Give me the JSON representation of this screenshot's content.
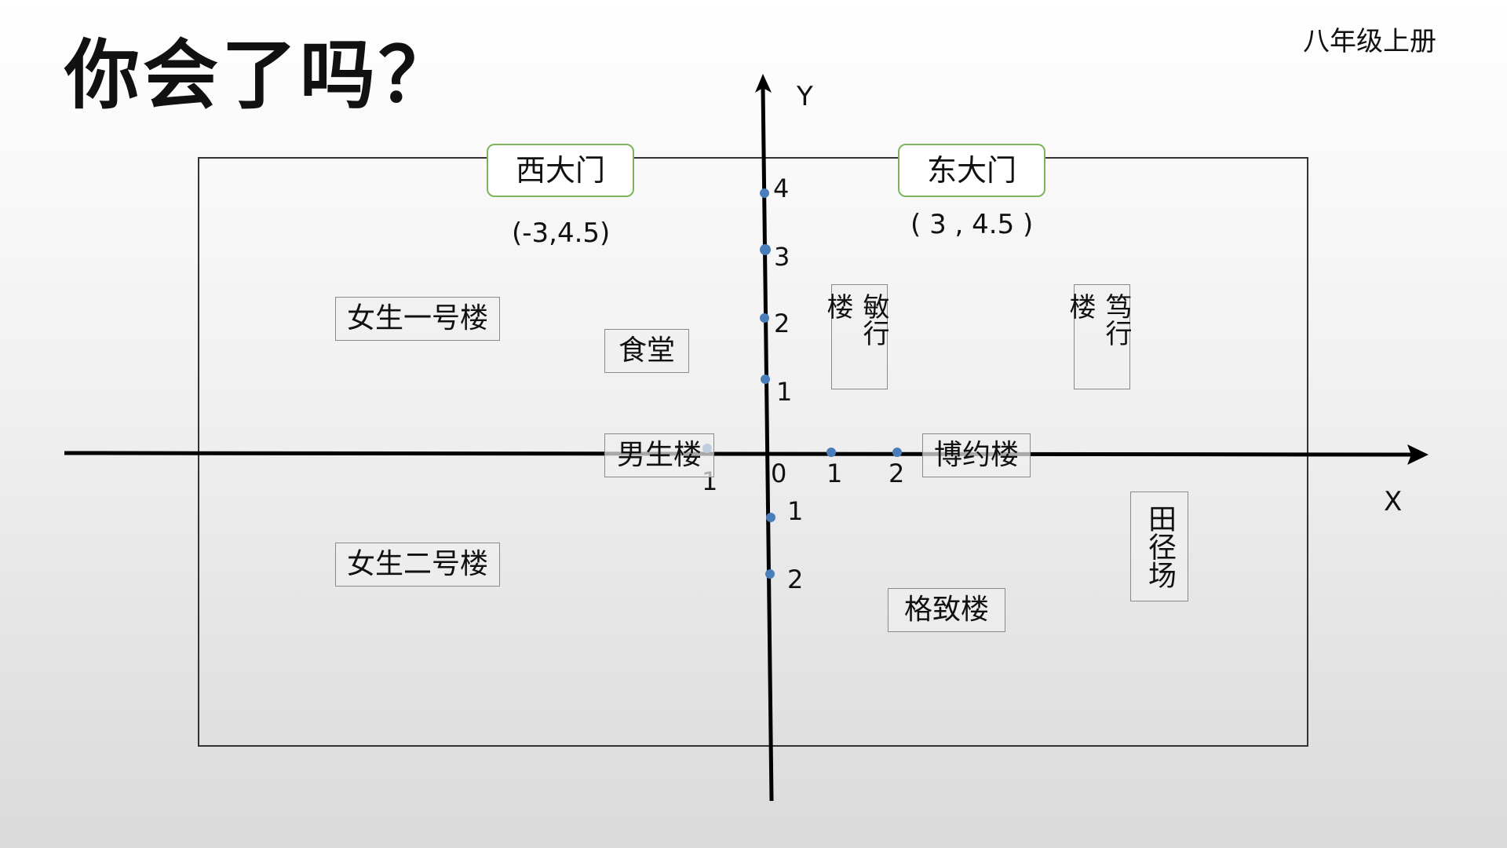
{
  "slide": {
    "title": "你会了吗？",
    "grade_label": "八年级上册"
  },
  "axes": {
    "x_label": "X",
    "y_label": "Y",
    "origin_label": "0",
    "x_ticks": [
      "1",
      "1",
      "2"
    ],
    "y_ticks": [
      "4",
      "3",
      "2",
      "1",
      "1",
      "2"
    ]
  },
  "gates": {
    "west": {
      "name": "西大门",
      "coord": "(-3,4.5)"
    },
    "east": {
      "name": "东大门",
      "coord": "( 3 , 4.5 )"
    }
  },
  "buildings": {
    "girls_1": "女生一号楼",
    "canteen": "食堂",
    "minxing_col1": "敏行",
    "minxing_col2": "楼",
    "duxing_col1": "笃行",
    "duxing_col2": "楼",
    "boys": "男生楼",
    "boyue": "博约楼",
    "track": "田径场",
    "girls_2": "女生二号楼",
    "gezhi": "格致楼"
  },
  "colors": {
    "axis": "#000000",
    "point": "#4a7ebb",
    "gate_border": "#7db55a",
    "label_border": "#8a8a8a"
  }
}
